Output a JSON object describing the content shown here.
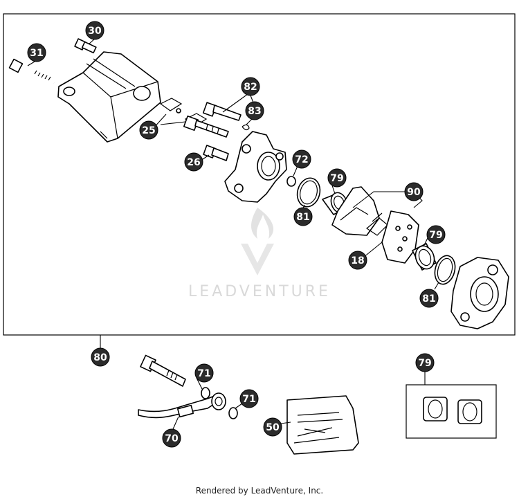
{
  "watermark": {
    "text": "LEADVENTURE"
  },
  "footer": {
    "text": "Rendered by LeadVenture, Inc."
  },
  "callouts": [
    {
      "id": "c30",
      "label": "30"
    },
    {
      "id": "c31",
      "label": "31"
    },
    {
      "id": "c82",
      "label": "82"
    },
    {
      "id": "c83",
      "label": "83"
    },
    {
      "id": "c25",
      "label": "25"
    },
    {
      "id": "c26",
      "label": "26"
    },
    {
      "id": "c72",
      "label": "72"
    },
    {
      "id": "c79a",
      "label": "79"
    },
    {
      "id": "c90",
      "label": "90"
    },
    {
      "id": "c81a",
      "label": "81"
    },
    {
      "id": "c18",
      "label": "18"
    },
    {
      "id": "c79b",
      "label": "79"
    },
    {
      "id": "c81b",
      "label": "81"
    },
    {
      "id": "c80",
      "label": "80"
    },
    {
      "id": "c71a",
      "label": "71"
    },
    {
      "id": "c71b",
      "label": "71"
    },
    {
      "id": "c70",
      "label": "70"
    },
    {
      "id": "c50",
      "label": "50"
    },
    {
      "id": "c79c",
      "label": "79"
    }
  ]
}
